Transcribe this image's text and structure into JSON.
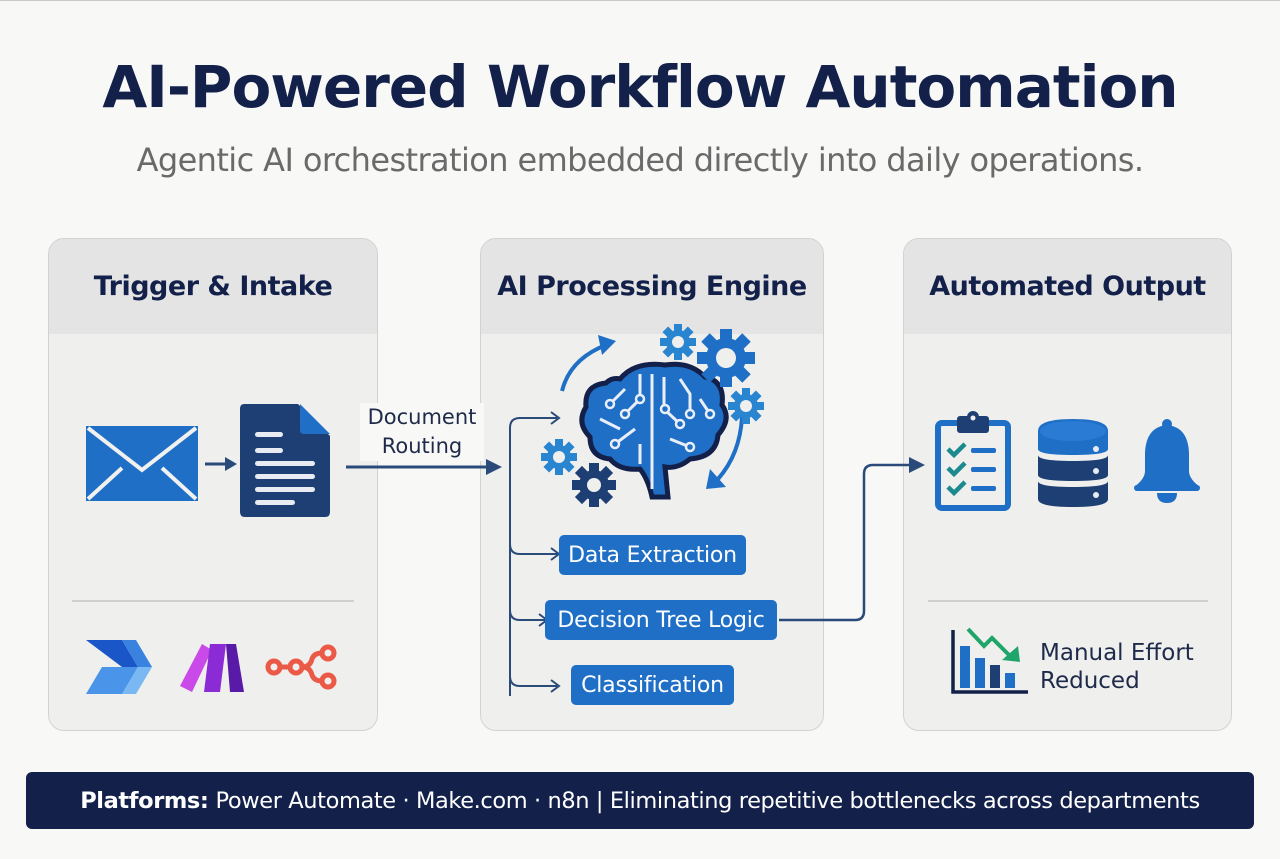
{
  "header": {
    "title": "AI-Powered Workflow Automation",
    "subtitle": "Agentic AI orchestration embedded directly into daily operations."
  },
  "panels": [
    {
      "title": "Trigger & Intake",
      "icons": [
        "email-icon",
        "document-icon"
      ],
      "platform_logos": [
        "power-automate-logo",
        "make-logo",
        "n8n-logo"
      ]
    },
    {
      "title": "AI Processing Engine",
      "icons": [
        "brain-circuit-icon",
        "gear-icon"
      ],
      "steps": [
        "Data Extraction",
        "Decision Tree Logic",
        "Classification"
      ]
    },
    {
      "title": "Automated Output",
      "icons": [
        "checklist-clipboard-icon",
        "database-icon",
        "bell-icon"
      ],
      "metric_lines": [
        "Manual Effort",
        "Reduced"
      ]
    }
  ],
  "connectors": {
    "routing_label_lines": [
      "Document",
      "Routing"
    ]
  },
  "footer": {
    "label": "Platforms:",
    "text": "Power Automate · Make.com · n8n | Eliminating repetitive bottlenecks across departments"
  },
  "colors": {
    "navy": "#13204a",
    "primary_blue": "#1f6fc6",
    "dark_blue": "#1e3f73",
    "accent_green": "#1fa56a",
    "teal_check": "#1b8a8f",
    "n8n_red": "#ea5a47",
    "make_purple": "#8a2bd6"
  }
}
